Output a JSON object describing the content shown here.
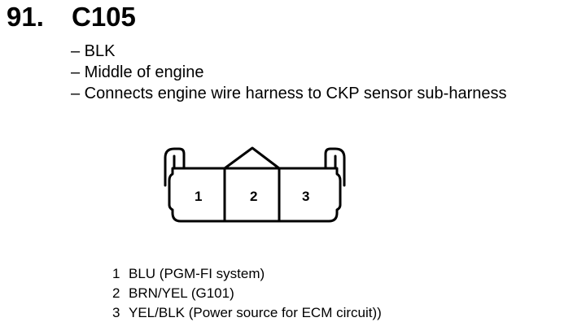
{
  "heading": {
    "number": "91.",
    "connector_id": "C105"
  },
  "description": [
    "– BLK",
    "– Middle of engine",
    "– Connects engine wire harness to CKP sensor sub-harness"
  ],
  "connector": {
    "cavities": [
      "1",
      "2",
      "3"
    ]
  },
  "pins": [
    {
      "num": "1",
      "text": "BLU (PGM-FI system)"
    },
    {
      "num": "2",
      "text": "BRN/YEL (G101)"
    },
    {
      "num": "3",
      "text": "YEL/BLK (Power source for ECM circuit))"
    }
  ]
}
